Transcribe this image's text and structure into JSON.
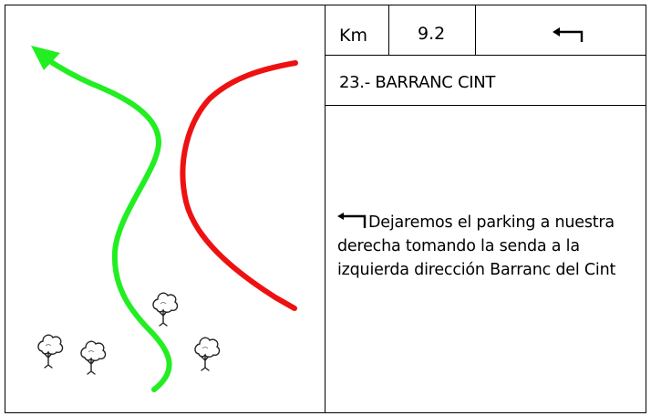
{
  "route_table": {
    "km_label": "Km",
    "km_value": "9.2",
    "direction_icon": "turn-left-arrow",
    "waypoint_title": "23.- BARRANC CINT",
    "description": "Dejaremos el parking a nuestra derecha tomando la senda a la izquierda dirección Barranc del Cint",
    "description_icon": "turn-left-arrow"
  },
  "map_sketch": {
    "paths": [
      {
        "name": "route-path",
        "color": "#22ee22",
        "has_arrowhead": true
      },
      {
        "name": "other-path",
        "color": "#ee1111",
        "has_arrowhead": false
      }
    ],
    "tree_icons": 4
  },
  "colors": {
    "border": "#000000",
    "route": "#22ee22",
    "alternative": "#ee1111"
  }
}
